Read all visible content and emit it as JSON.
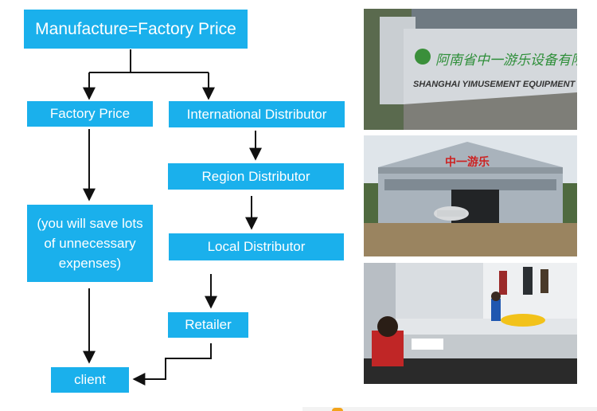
{
  "flowchart": {
    "title": "Manufacture=Factory Price",
    "factory_price": "Factory Price",
    "international_distributor": "International Distributor",
    "region_distributor": "Region Distributor",
    "save_note": "(you will save  lots\nof  unnecessary\nexpenses)",
    "local_distributor": "Local Distributor",
    "retailer": "Retailer",
    "client": "client"
  },
  "photos": {
    "sign_text": "SHANGHAI YIMUSEMENT EQUIPMENT CO.,LT",
    "building_sign": "中一游乐",
    "colors": {
      "box": "#1ab0ec",
      "arrow": "#111111"
    }
  }
}
